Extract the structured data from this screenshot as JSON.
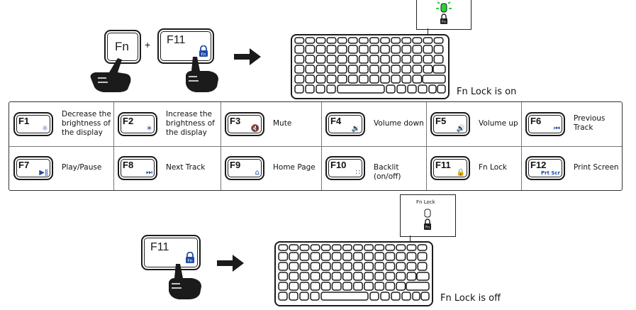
{
  "fn_lock_on": {
    "fn_key_label": "Fn",
    "plus_sign": "+",
    "f11_key_label": "F11",
    "lock_badge_label": "Fn",
    "caption": "Fn Lock is on"
  },
  "fn_lock_off": {
    "f11_key_label": "F11",
    "lock_badge_label": "Fn",
    "callout_title": "Fn Lock",
    "caption": "Fn Lock is off"
  },
  "function_keys": [
    {
      "key": "F1",
      "icon": "brightness-down-icon",
      "glyph": "☼",
      "description": "Decrease the brightness of the display",
      "wrap": true
    },
    {
      "key": "F2",
      "icon": "brightness-up-icon",
      "glyph": "☀",
      "description": "Increase the brightness of the display",
      "wrap": true
    },
    {
      "key": "F3",
      "icon": "mute-icon",
      "glyph": "🔇",
      "description": "Mute",
      "wrap": false
    },
    {
      "key": "F4",
      "icon": "volume-down-icon",
      "glyph": "🔉",
      "description": "Volume down",
      "wrap": false
    },
    {
      "key": "F5",
      "icon": "volume-up-icon",
      "glyph": "🔊",
      "description": "Volume up",
      "wrap": false
    },
    {
      "key": "F6",
      "icon": "previous-track-icon",
      "glyph": "⏮",
      "description": "Previous Track",
      "wrap": true
    },
    {
      "key": "F7",
      "icon": "play-pause-icon",
      "glyph": "▶‖",
      "description": "Play/Pause",
      "wrap": false
    },
    {
      "key": "F8",
      "icon": "next-track-icon",
      "glyph": "⏭",
      "description": "Next Track",
      "wrap": false
    },
    {
      "key": "F9",
      "icon": "home-icon",
      "glyph": "⌂",
      "description": "Home Page",
      "wrap": false
    },
    {
      "key": "F10",
      "icon": "backlight-icon",
      "glyph": "∷",
      "description": "Backlit (on/off)",
      "wrap": false
    },
    {
      "key": "F11",
      "icon": "lock-icon",
      "glyph": "🔒",
      "description": "Fn Lock",
      "wrap": false
    },
    {
      "key": "F12",
      "icon": "print-screen-icon",
      "glyph": "Prt Scr",
      "description": "Print Screen",
      "wrap": false
    }
  ],
  "colors": {
    "ink": "#1b1b1b",
    "accent_blue": "#1f4aa8",
    "indicator_green": "#2bd13a"
  }
}
